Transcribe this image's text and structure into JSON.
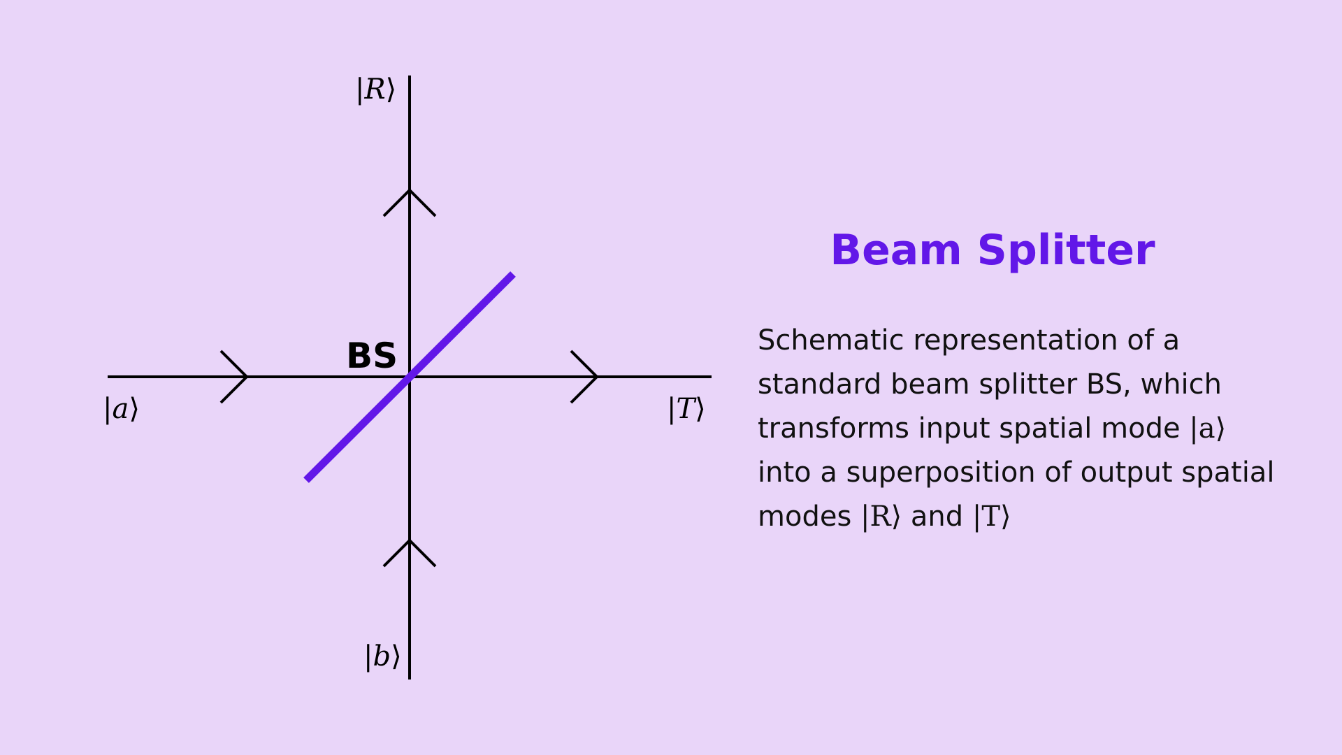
{
  "colors": {
    "background": "#E9D5F9",
    "accent": "#6217E8",
    "line": "#000000"
  },
  "diagram": {
    "splitter_label": "BS",
    "kets": {
      "input_a": {
        "open": "|",
        "symbol": "a",
        "close": "⟩"
      },
      "input_b": {
        "open": "|",
        "symbol": "b",
        "close": "⟩"
      },
      "output_r": {
        "open": "|",
        "symbol": "R",
        "close": "⟩"
      },
      "output_t": {
        "open": "|",
        "symbol": "T",
        "close": "⟩"
      }
    }
  },
  "title": "Beam Splitter",
  "description": {
    "part1": "Schematic representation of a standard beam splitter BS, which transforms input spatial mode ",
    "ket_a": "|a⟩",
    "part2": " into a superposition of output spatial modes ",
    "ket_r": "|R⟩",
    "part3": " and ",
    "ket_t": "|T⟩"
  }
}
